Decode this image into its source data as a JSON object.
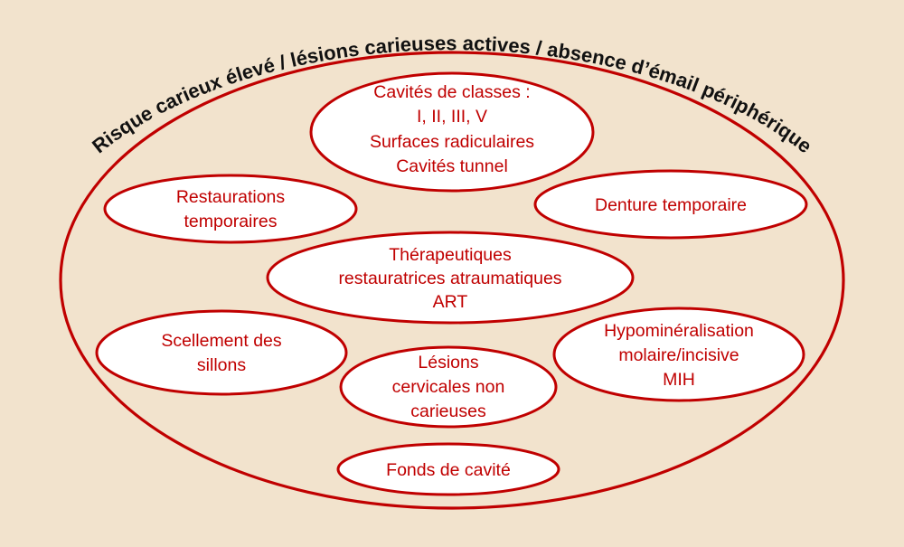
{
  "title": {
    "text": "Risque carieux élevé / lésions carieuses actives / absence d’émail périphérique"
  },
  "colors": {
    "background": "#f2e3cd",
    "accent": "#c00000",
    "node-fill": "#ffffff",
    "title-text": "#111111"
  },
  "ellipses": [
    {
      "name": "cavites-classes",
      "lines": [
        "Cavités de classes :",
        "I, II, III, V",
        "Surfaces radiculaires",
        "Cavités tunnel"
      ]
    },
    {
      "name": "restaurations-temporaires",
      "lines": [
        "Restaurations",
        "temporaires"
      ]
    },
    {
      "name": "denture-temporaire",
      "lines": [
        "Denture temporaire"
      ]
    },
    {
      "name": "therapeutiques-art",
      "lines": [
        "Thérapeutiques",
        "restauratrices atraumatiques",
        "ART"
      ]
    },
    {
      "name": "scellement-sillons",
      "lines": [
        "Scellement des",
        "sillons"
      ]
    },
    {
      "name": "lesions-cervicales",
      "lines": [
        "Lésions",
        "cervicales non",
        "carieuses"
      ]
    },
    {
      "name": "hypomineralisation-mih",
      "lines": [
        "Hypominéralisation",
        "molaire/incisive",
        "MIH"
      ]
    },
    {
      "name": "fonds-cavite",
      "lines": [
        "Fonds de cavité"
      ]
    }
  ]
}
